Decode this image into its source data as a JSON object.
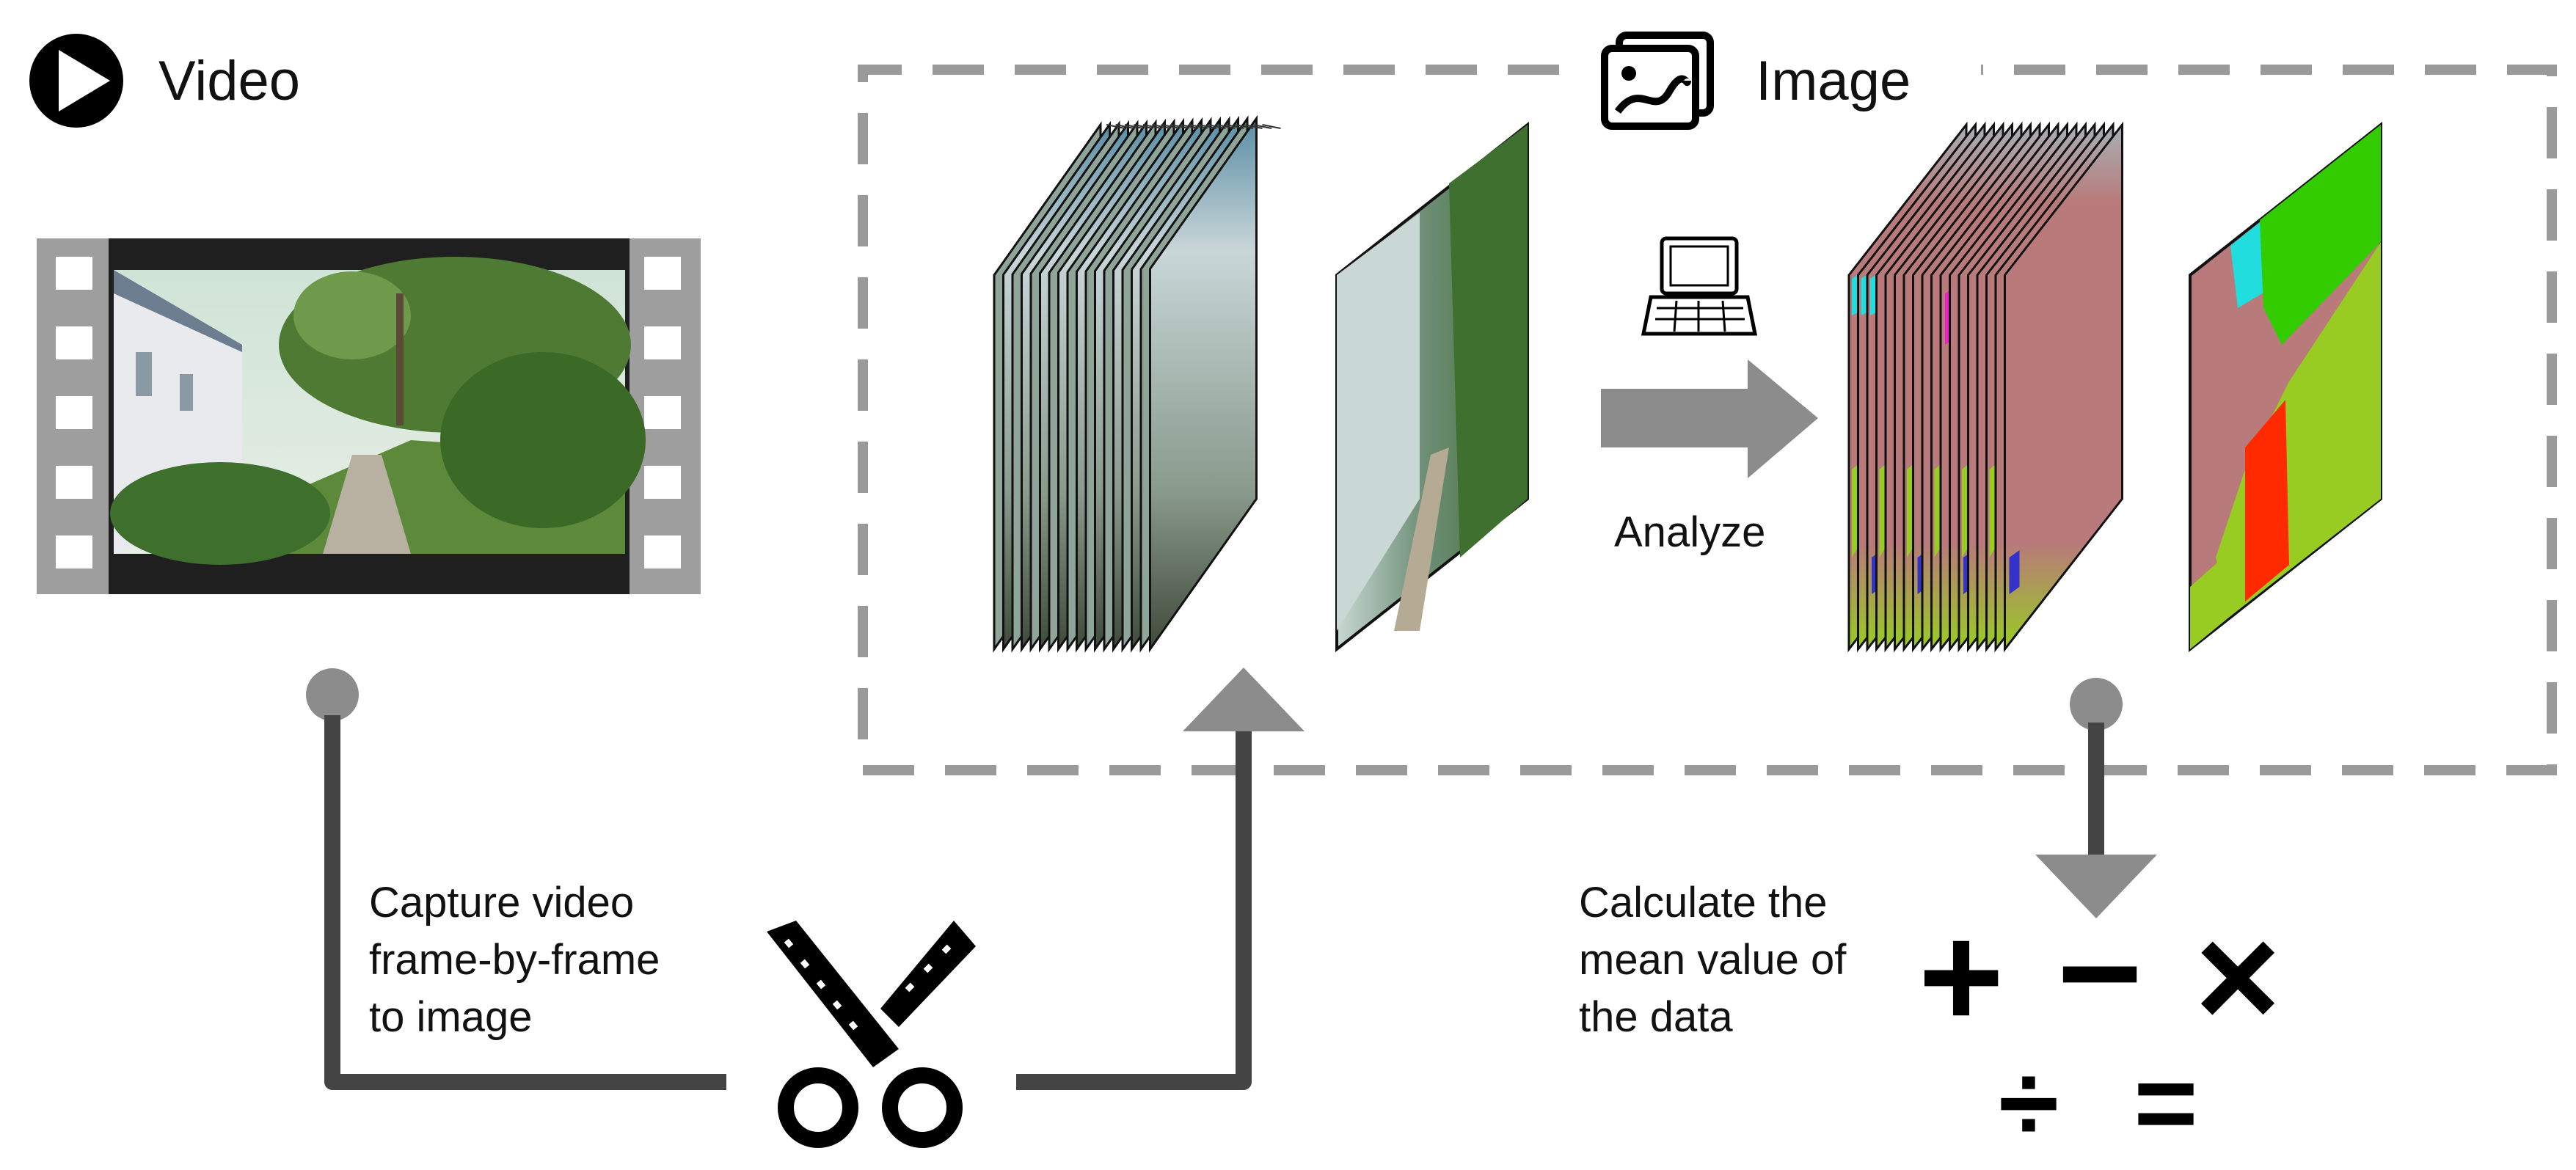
{
  "video": {
    "title": "Video",
    "icon": "play-icon"
  },
  "image": {
    "title": "Image",
    "icon": "image-icon"
  },
  "analyze": {
    "label": "Analyze",
    "icon": "laptop-icon"
  },
  "capture": {
    "lines": [
      "Capture video",
      "frame-by-frame",
      "to image"
    ],
    "icon": "scissors-film-icon"
  },
  "calculate": {
    "lines": [
      "Calculate the",
      "mean value of",
      "the data"
    ],
    "operators": [
      "+",
      "−",
      "×",
      "÷",
      "="
    ]
  },
  "colors": {
    "connector": "#444444",
    "arrow": "#8c8c8c",
    "dashed_border": "#9a9a9a",
    "film_frame": "#9e9e9e",
    "film_inner": "#1f1f1f",
    "seg_pink": "#b87a7a",
    "seg_green": "#99cc22",
    "seg_bright_green": "#33cc00",
    "seg_cyan": "#22dddd",
    "seg_red": "#ff2a00",
    "seg_magenta": "#ee22cc"
  }
}
